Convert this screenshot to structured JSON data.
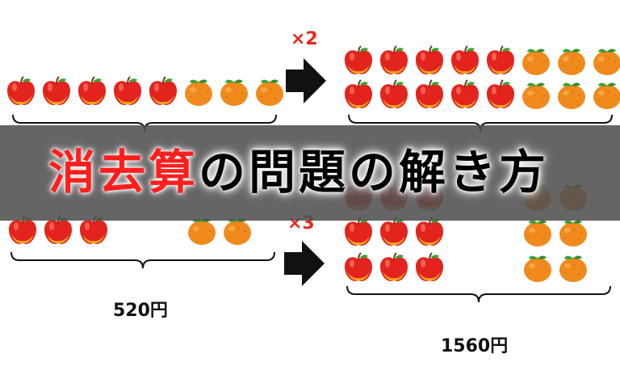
{
  "title": {
    "red_part": "消去算",
    "black_part": "の問題の解き方"
  },
  "top": {
    "multiplier": "×2",
    "left_price_hidden": "",
    "right_price_hidden": ""
  },
  "bottom": {
    "multiplier": "×3",
    "left_price": "520円",
    "right_price": "1560円"
  },
  "icons": [
    "apple-icon",
    "orange-icon",
    "arrow-right-icon",
    "curly-brace"
  ],
  "colors": {
    "apple": "#e3231d",
    "orange": "#f08a1c",
    "leaf": "#3aa334",
    "accent": "#e8271e",
    "banner": "#505050"
  }
}
